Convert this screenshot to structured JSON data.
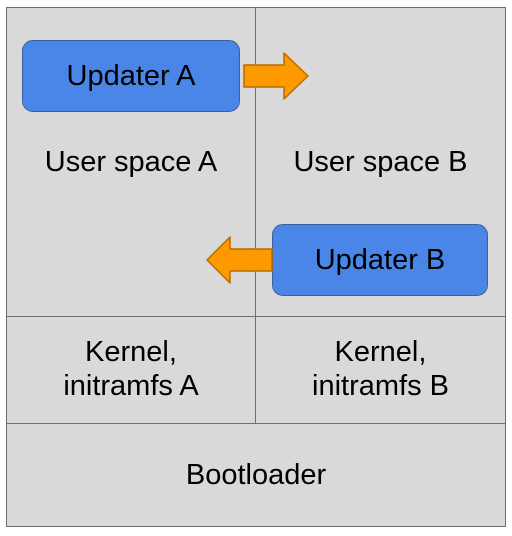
{
  "partitions": {
    "user_space_a": "User space A",
    "user_space_b": "User space B",
    "kernel_a": "Kernel,\ninitramfs A",
    "kernel_b": "Kernel,\ninitramfs B",
    "bootloader": "Bootloader"
  },
  "updaters": {
    "a": "Updater A",
    "b": "Updater B"
  },
  "colors": {
    "cell_fill": "#d9d9d9",
    "cell_border": "#6e6e6e",
    "updater_fill": "#4a86e8",
    "arrow_fill": "#ff9900"
  }
}
